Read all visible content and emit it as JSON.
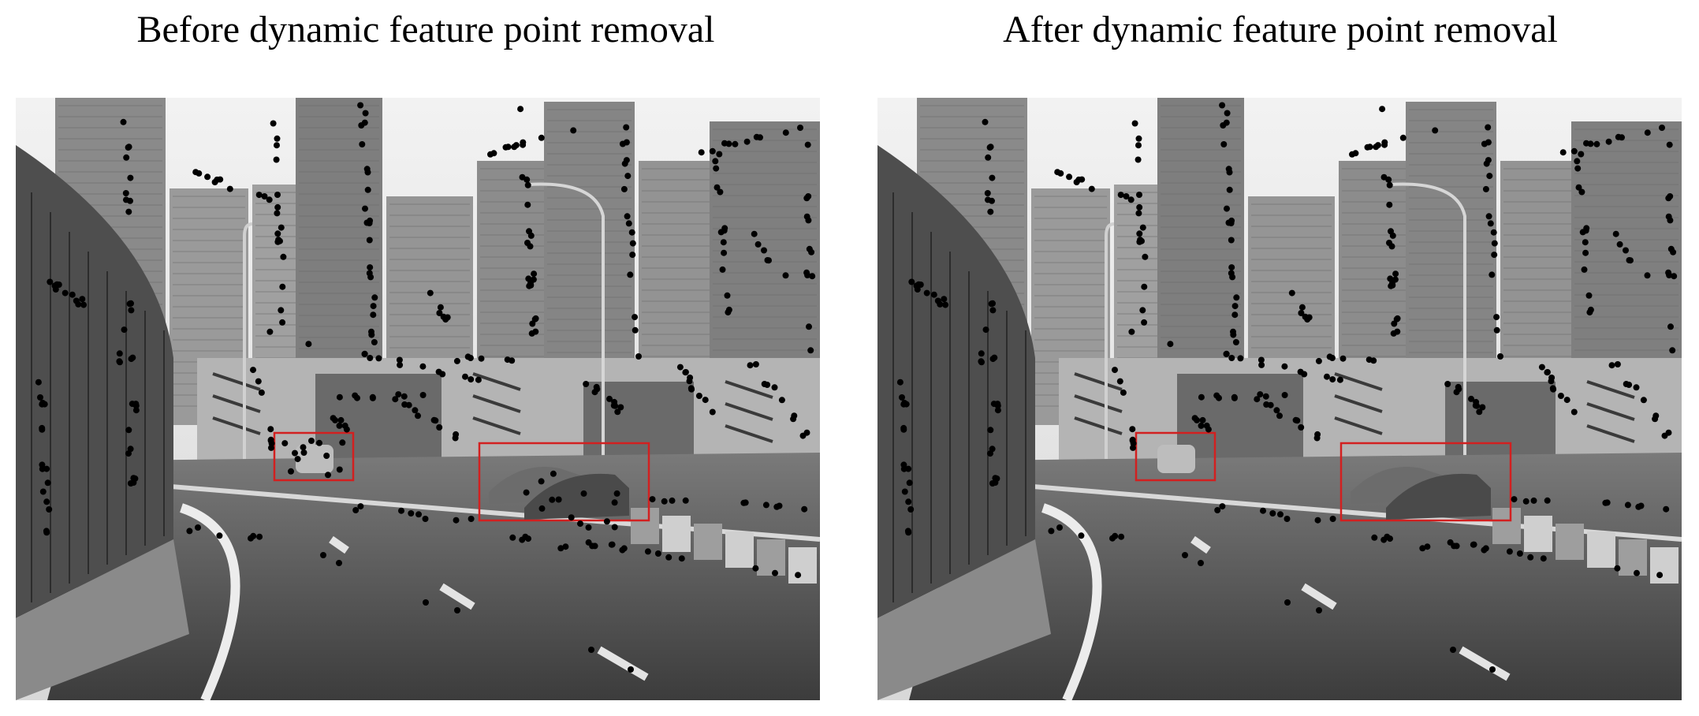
{
  "titles": {
    "before": "Before dynamic feature point removal",
    "after": "After dynamic feature point removal"
  },
  "panels": [
    {
      "id": "before",
      "dynamic_points_removed": false,
      "dynamic_regions": 2
    },
    {
      "id": "after",
      "dynamic_points_removed": true,
      "dynamic_regions": 2
    }
  ],
  "colors": {
    "feature_point": "#000000",
    "dynamic_box": "#d22020"
  }
}
